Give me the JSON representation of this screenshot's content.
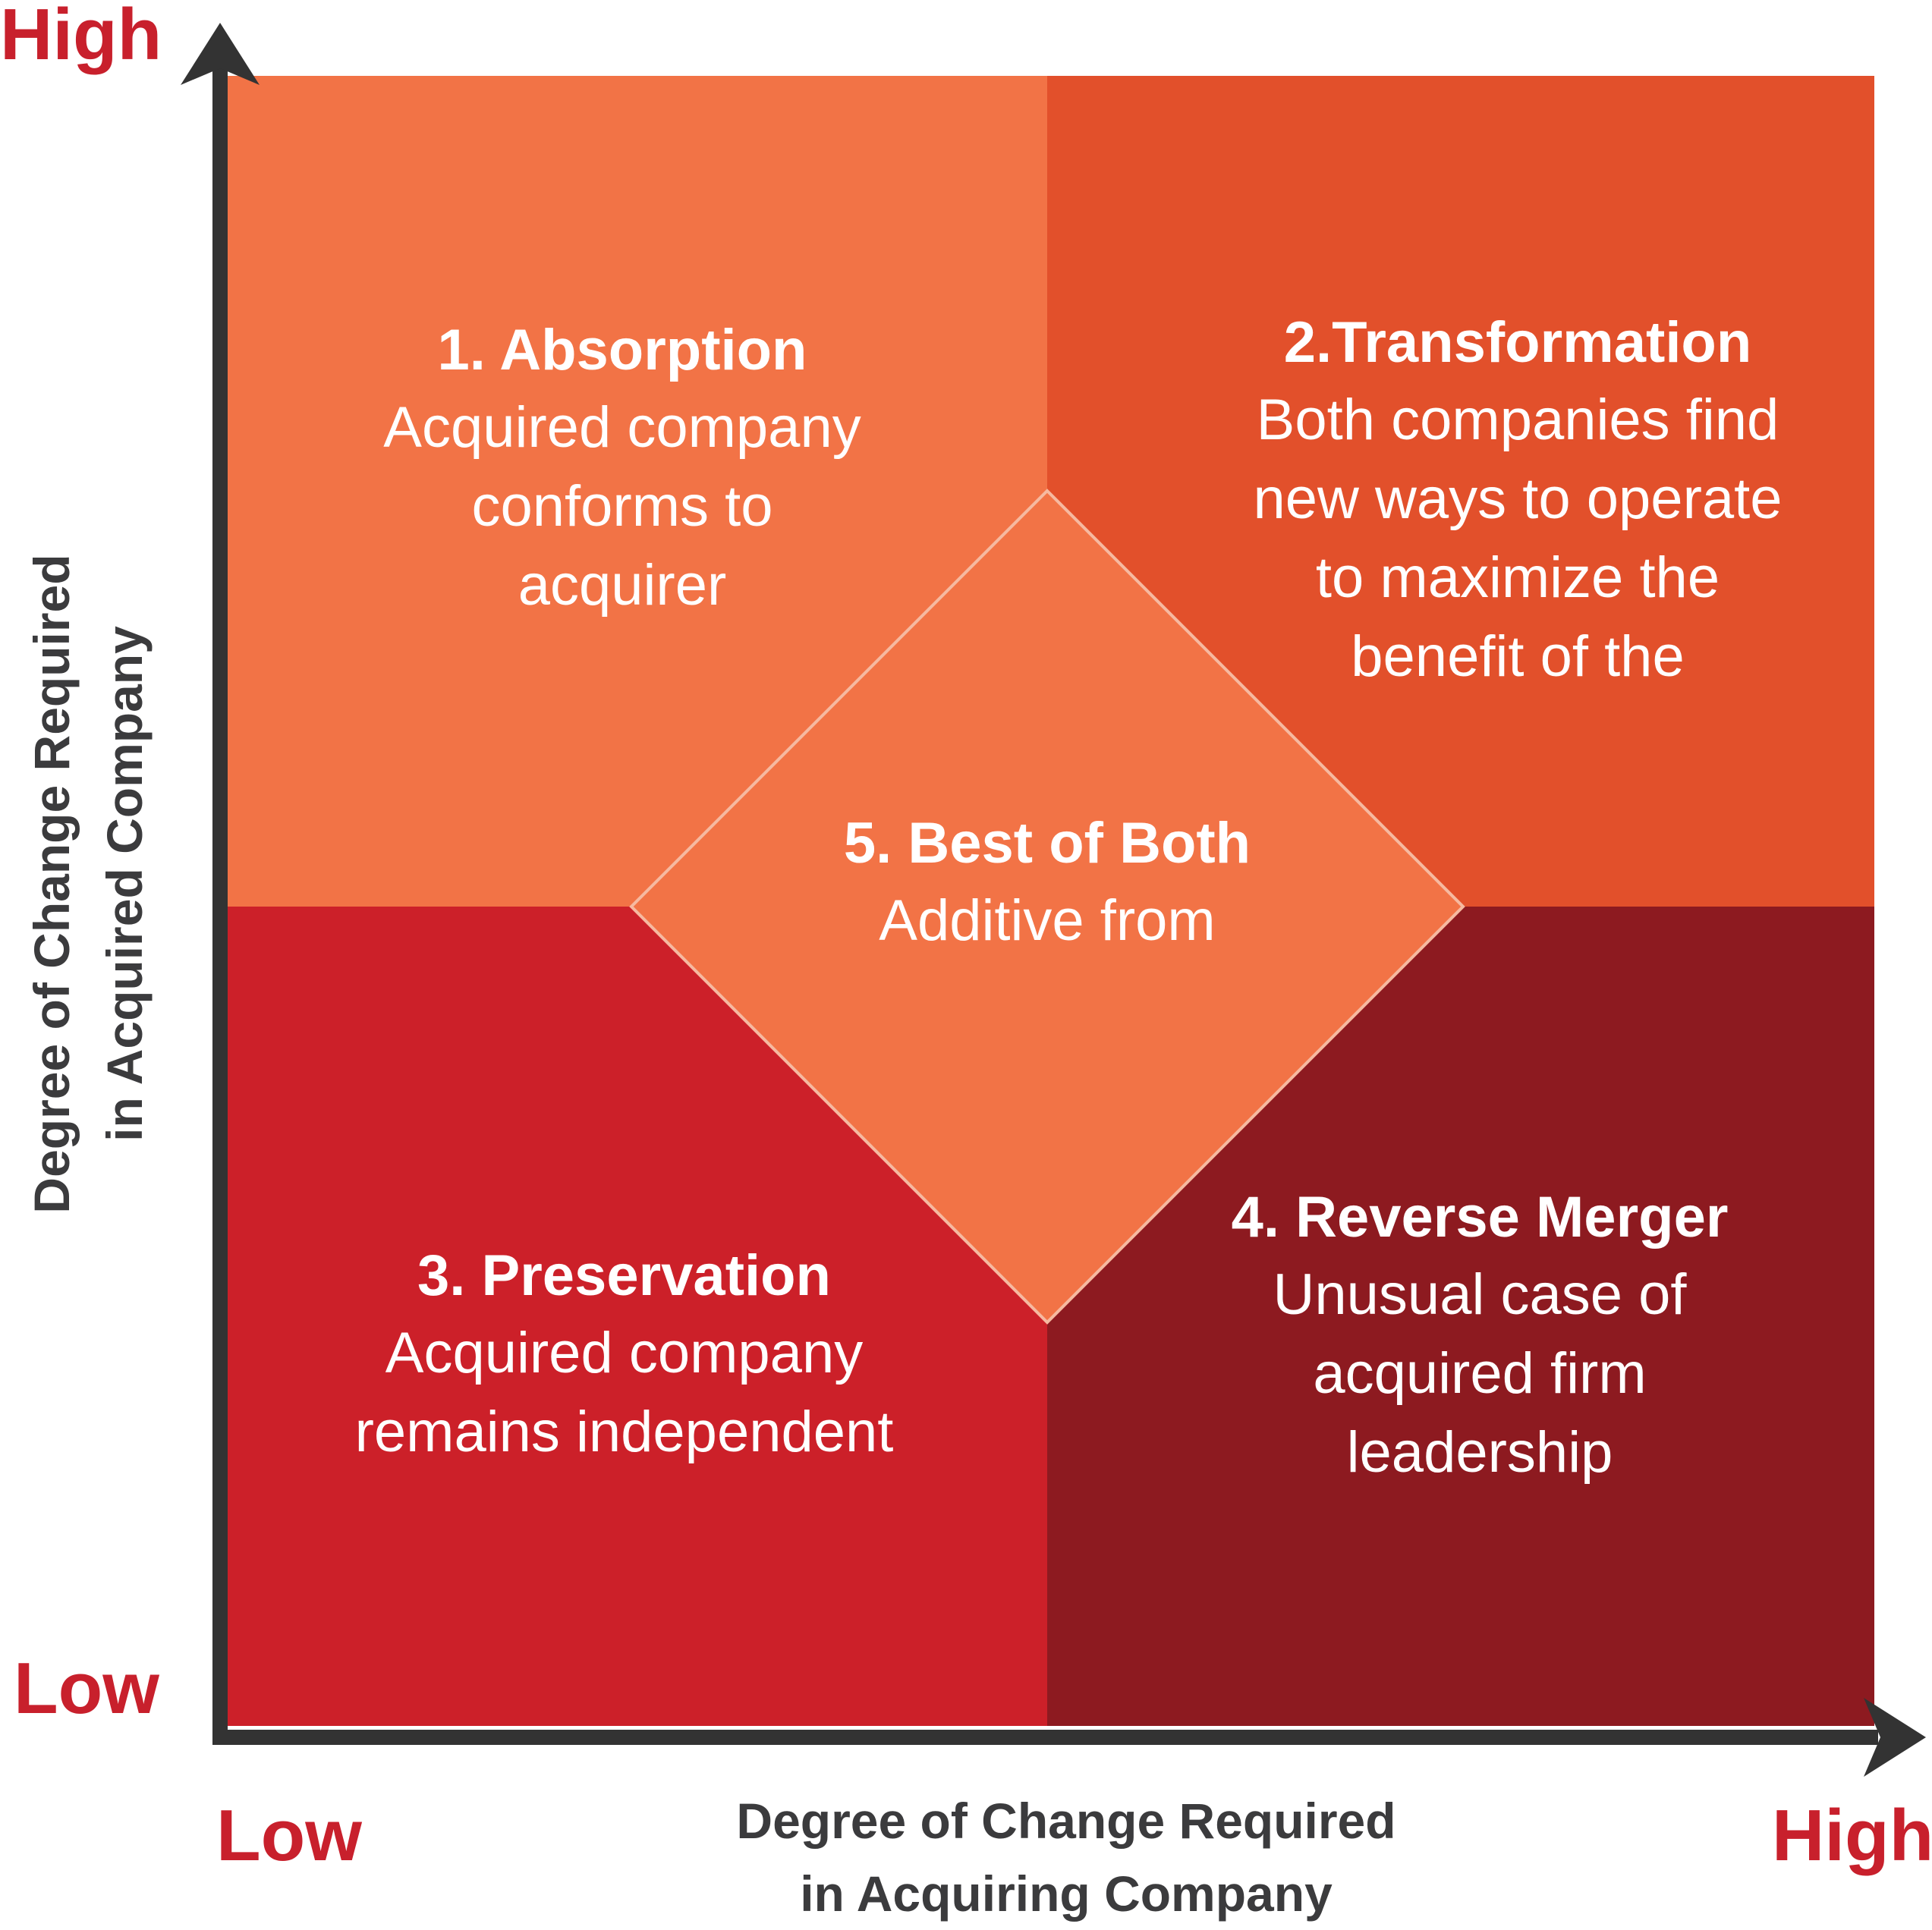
{
  "colors": {
    "absorption": "#F27346",
    "transformation": "#E2502B",
    "preservation": "#CC2029",
    "reverse_merger": "#8D1A20",
    "best_of_both": "#F27346",
    "axis": "#333333",
    "level_label": "#C8202C",
    "axis_title": "#3B3B3D",
    "text": "#FFFFFF"
  },
  "y_axis": {
    "high_label": "High",
    "low_label": "Low",
    "title_line1": "Degree of Change Required",
    "title_line2": "in Acquired Company"
  },
  "x_axis": {
    "low_label": "Low",
    "high_label": "High",
    "title_line1": "Degree of Change Required",
    "title_line2": "in Acquiring Company"
  },
  "quadrants": {
    "absorption": {
      "title": "1. Absorption",
      "lines": [
        "Acquired company",
        "conforms to",
        "acquirer"
      ]
    },
    "transformation": {
      "title": "2.Transformation",
      "lines": [
        "Both companies find",
        "new ways to operate",
        "to maximize the",
        "benefit of the"
      ]
    },
    "preservation": {
      "title": "3. Preservation",
      "lines": [
        "Acquired company",
        "remains independent"
      ]
    },
    "reverse_merger": {
      "title": "4. Reverse Merger",
      "lines": [
        "Unusual case of",
        "acquired firm",
        "leadership"
      ]
    },
    "best_of_both": {
      "title": "5. Best of Both",
      "lines": [
        "Additive from"
      ]
    }
  }
}
